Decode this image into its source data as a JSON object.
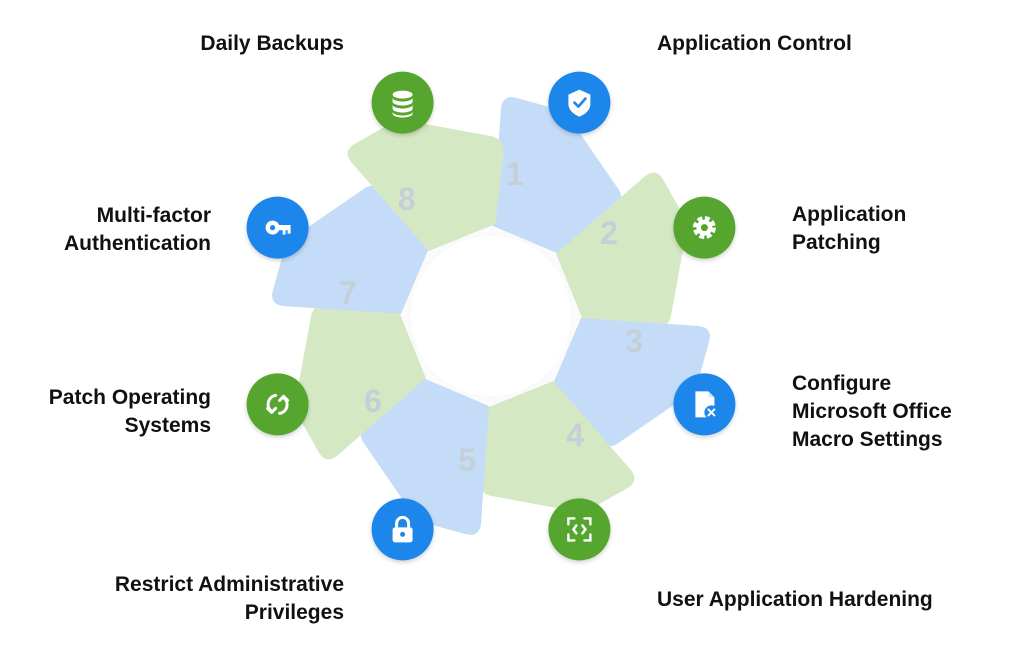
{
  "colors": {
    "blue_petal": "#c4dcf7",
    "green_petal": "#d5e8c4",
    "blue_icon": "#1f86ea",
    "green_icon": "#54a52e",
    "petal_number": "#c5cfd8",
    "label": "#111111"
  },
  "segments": [
    {
      "number": "1",
      "color": "blue",
      "icon": "shield-check-icon",
      "label_lines": [
        "Application Control"
      ]
    },
    {
      "number": "2",
      "color": "green",
      "icon": "gear-icon",
      "label_lines": [
        "Application",
        "Patching"
      ]
    },
    {
      "number": "3",
      "color": "blue",
      "icon": "file-x-icon",
      "label_lines": [
        "Configure",
        "Microsoft Office",
        "Macro Settings"
      ]
    },
    {
      "number": "4",
      "color": "green",
      "icon": "scan-icon",
      "label_lines": [
        "User Application Hardening"
      ]
    },
    {
      "number": "5",
      "color": "blue",
      "icon": "lock-icon",
      "label_lines": [
        "Restrict Administrative",
        "Privileges"
      ]
    },
    {
      "number": "6",
      "color": "green",
      "icon": "refresh-icon",
      "label_lines": [
        "Patch Operating",
        "Systems"
      ]
    },
    {
      "number": "7",
      "color": "blue",
      "icon": "key-icon",
      "label_lines": [
        "Multi-factor",
        "Authentication"
      ]
    },
    {
      "number": "8",
      "color": "green",
      "icon": "database-icon",
      "label_lines": [
        "Daily Backups"
      ]
    }
  ]
}
